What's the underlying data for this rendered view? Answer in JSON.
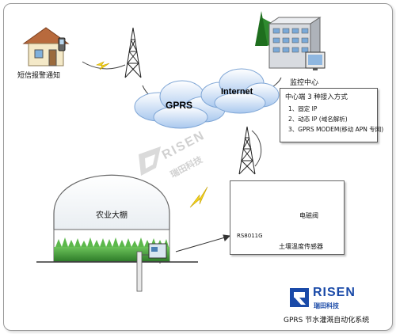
{
  "labels": {
    "sms_alarm": "短信报警通知",
    "monitor_center": "监控中心",
    "gprs": "GPRS",
    "internet": "Internet",
    "greenhouse": "农业大棚",
    "rtu_model": "RS8011G",
    "solenoid_valve": "电磁阀",
    "soil_sensor": "土壤温度传感器"
  },
  "access_methods": {
    "title": "中心端 3 种接入方式",
    "items": [
      "1、固定 IP",
      "2、动态 IP (域名解析)",
      "3、GPRS MODEM(移动 APN 专网)"
    ]
  },
  "brand": {
    "name": "RISEN",
    "cn_name": "瑞田科技",
    "watermark_name": "RISEN",
    "watermark_cn": "瑞田科技",
    "system_title": "GPRS 节水灌溉自动化系统",
    "color": "#1a4aa8"
  }
}
